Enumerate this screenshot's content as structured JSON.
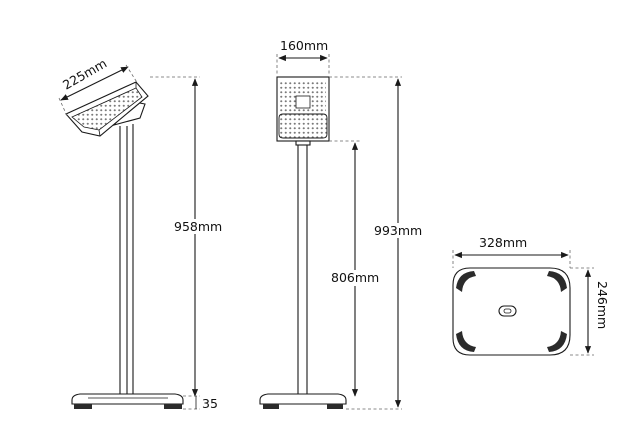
{
  "dimensions": {
    "side_panel_depth": "225mm",
    "side_total_height": "958mm",
    "base_thickness": "35",
    "front_panel_width": "160mm",
    "front_total_height": "993mm",
    "front_post_height": "806mm",
    "base_width": "328mm",
    "base_depth": "246mm"
  },
  "colors": {
    "outline": "#1a1a1a",
    "dimension_line": "#666666",
    "grille_dot": "#7a7a7a"
  }
}
